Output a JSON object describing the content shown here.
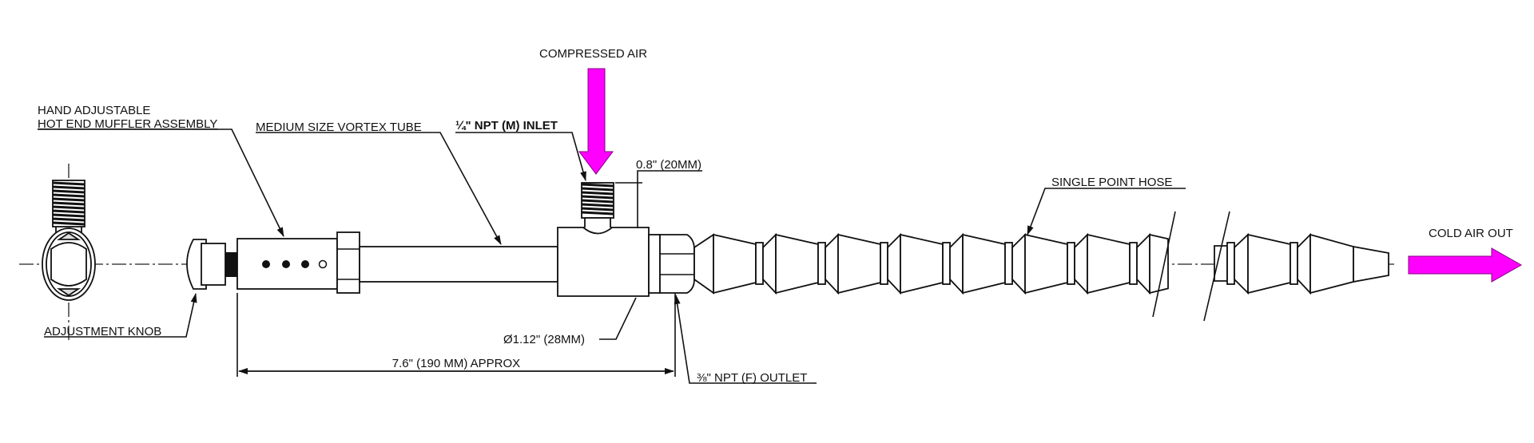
{
  "labels": {
    "compressed_air": "COMPRESSED AIR",
    "hand_adjustable": "HAND ADJUSTABLE",
    "hot_end_muffler": "HOT END MUFFLER ASSEMBLY",
    "vortex_tube": "MEDIUM SIZE VORTEX TUBE",
    "inlet": "¼\" NPT (M) INLET",
    "inlet_height": "0.8\" (20MM)",
    "single_point_hose": "SINGLE POINT HOSE",
    "cold_air_out": "COLD AIR OUT",
    "adjustment_knob": "ADJUSTMENT KNOB",
    "diameter": "Ø1.12\" (28MM)",
    "length": "7.6\" (190 MM) APPROX",
    "outlet": "⅜\" NPT (F) OUTLET"
  },
  "colors": {
    "arrow": "#ff00ff",
    "line": "#111111"
  }
}
